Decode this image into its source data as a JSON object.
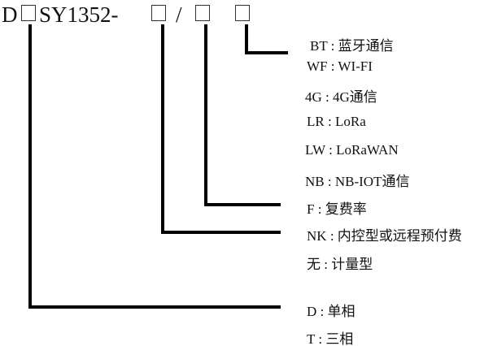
{
  "model": {
    "prefix": "D",
    "middle": "SY1352-",
    "slash": "/"
  },
  "options": [
    {
      "code": "BT",
      "desc": "蓝牙通信"
    },
    {
      "code": "WF",
      "desc": "WI-FI"
    },
    {
      "code": "4G",
      "desc": "4G通信"
    },
    {
      "code": "LR",
      "desc": "LoRa"
    },
    {
      "code": "LW",
      "desc": "LoRaWAN"
    },
    {
      "code": "NB",
      "desc": "NB-IOT通信"
    },
    {
      "code": "F",
      "desc": "复费率"
    },
    {
      "code": "NK",
      "desc": "内控型或远程预付费"
    },
    {
      "code": "无",
      "desc": "计量型"
    },
    {
      "code": "D",
      "desc": "单相"
    },
    {
      "code": "T",
      "desc": "三相"
    }
  ],
  "separator": " : "
}
